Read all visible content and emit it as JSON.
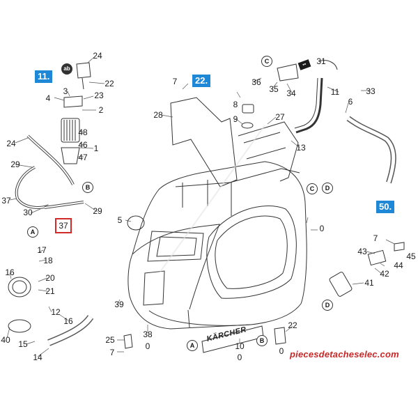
{
  "sections": [
    {
      "id": "sec-11",
      "label": "11."
    },
    {
      "id": "sec-22",
      "label": "22."
    },
    {
      "id": "sec-50",
      "label": "50."
    }
  ],
  "highlight": {
    "label": "37"
  },
  "callouts": {
    "ab": "ab",
    "A1": "A",
    "A2": "A",
    "B1": "B",
    "B2": "B",
    "C1": "C",
    "C2": "C",
    "D1": "D",
    "D2": "D"
  },
  "parts": [
    "24",
    "22",
    "23",
    "3",
    "4",
    "2",
    "48",
    "46",
    "47",
    "1",
    "24",
    "29",
    "37",
    "30",
    "29",
    "7",
    "28",
    "8",
    "9",
    "5",
    "0",
    "36",
    "35",
    "34",
    "31",
    "11",
    "13",
    "27",
    "33",
    "6",
    "7",
    "43",
    "45",
    "42",
    "44",
    "41",
    "17",
    "18",
    "16",
    "20",
    "21",
    "12",
    "16",
    "40",
    "15",
    "14",
    "25",
    "7",
    "38",
    "0",
    "39",
    "10",
    "0",
    "22",
    "0"
  ],
  "brand_text": "KÄRCHER",
  "website": "piecesdetacheselec.com"
}
